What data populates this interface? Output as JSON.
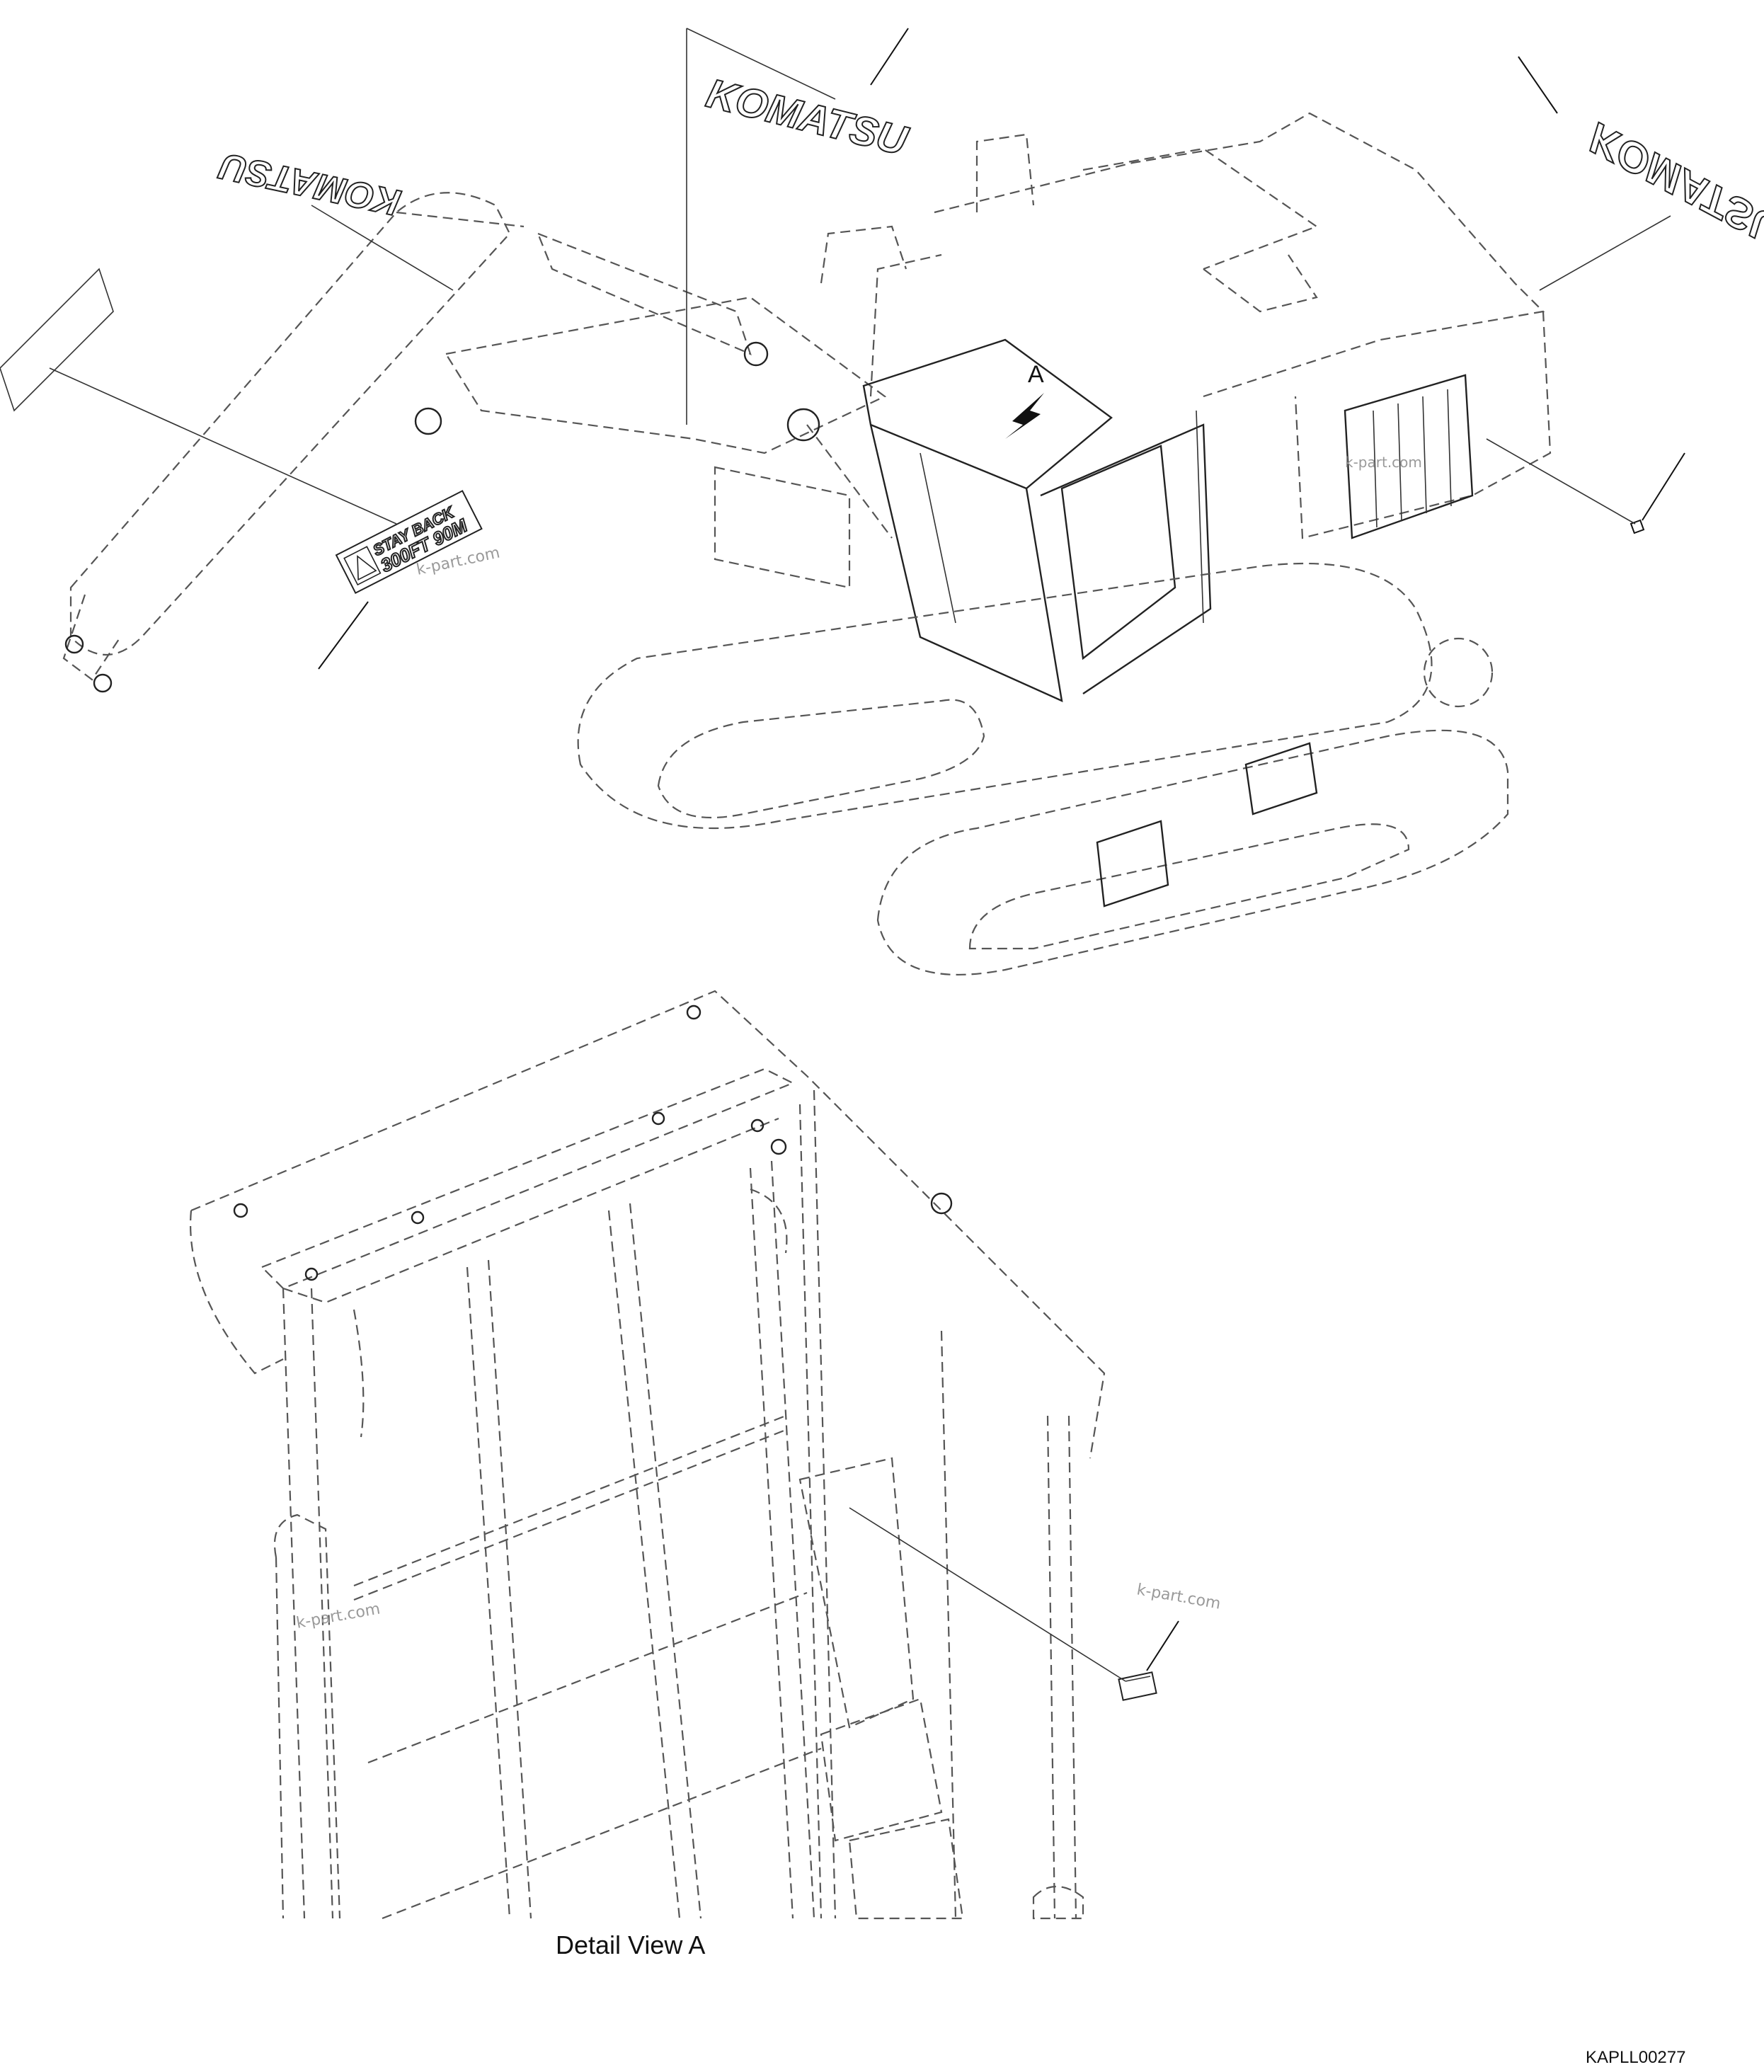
{
  "labels": {
    "brand_mark": "KOMATSU",
    "view_marker": "A",
    "detail_caption": "Detail View A",
    "drawing_number": "KAPLL00277",
    "boom_decal_line1": "STAY BACK",
    "boom_decal_line2": "300FT 90M",
    "watermark": "k-part.com"
  }
}
